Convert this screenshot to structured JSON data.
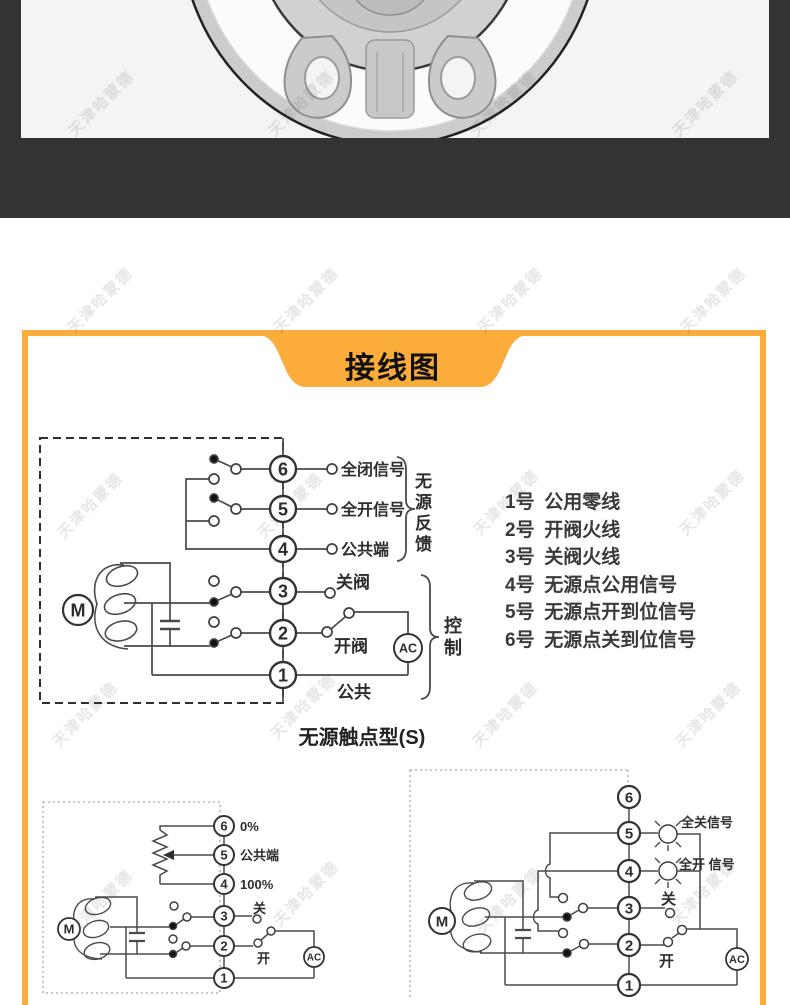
{
  "watermark": "天津哈蒙德",
  "panel": {
    "title": "接线图"
  },
  "colors": {
    "accent_orange": "#FBAC3B",
    "dark_band": "#333333",
    "photo_bg": "#F4F4F6"
  },
  "diagram_main": {
    "caption": "无源触点型(S)",
    "terminals": [
      "6",
      "5",
      "4",
      "3",
      "2",
      "1"
    ],
    "labels": {
      "t6": "全闭信号",
      "t5": "全开信号",
      "t4": "公共端",
      "t3": "关阀",
      "t2": "开阀",
      "t1": "公共",
      "feedback_group": "无源反馈",
      "control_group": "控制",
      "motor": "M",
      "power": "AC"
    }
  },
  "diagram_pot": {
    "terminals": [
      "6",
      "5",
      "4",
      "3",
      "2",
      "1"
    ],
    "labels": {
      "t6": "0%",
      "t5": "公共端",
      "t4": "100%",
      "t3": "关",
      "t2": "开",
      "motor": "M",
      "power": "AC"
    }
  },
  "diagram_lamp": {
    "terminals": [
      "6",
      "5",
      "4",
      "3",
      "2",
      "1"
    ],
    "labels": {
      "t5": "全关信号",
      "t4": "全开 信号",
      "t3": "关",
      "t2": "开",
      "motor": "M",
      "power": "AC"
    }
  },
  "notes": [
    {
      "no": "1号",
      "text": "公用零线"
    },
    {
      "no": "2号",
      "text": "开阀火线"
    },
    {
      "no": "3号",
      "text": "关阀火线"
    },
    {
      "no": "4号",
      "text": "无源点公用信号"
    },
    {
      "no": "5号",
      "text": "无源点开到位信号"
    },
    {
      "no": "6号",
      "text": "无源点关到位信号"
    }
  ]
}
